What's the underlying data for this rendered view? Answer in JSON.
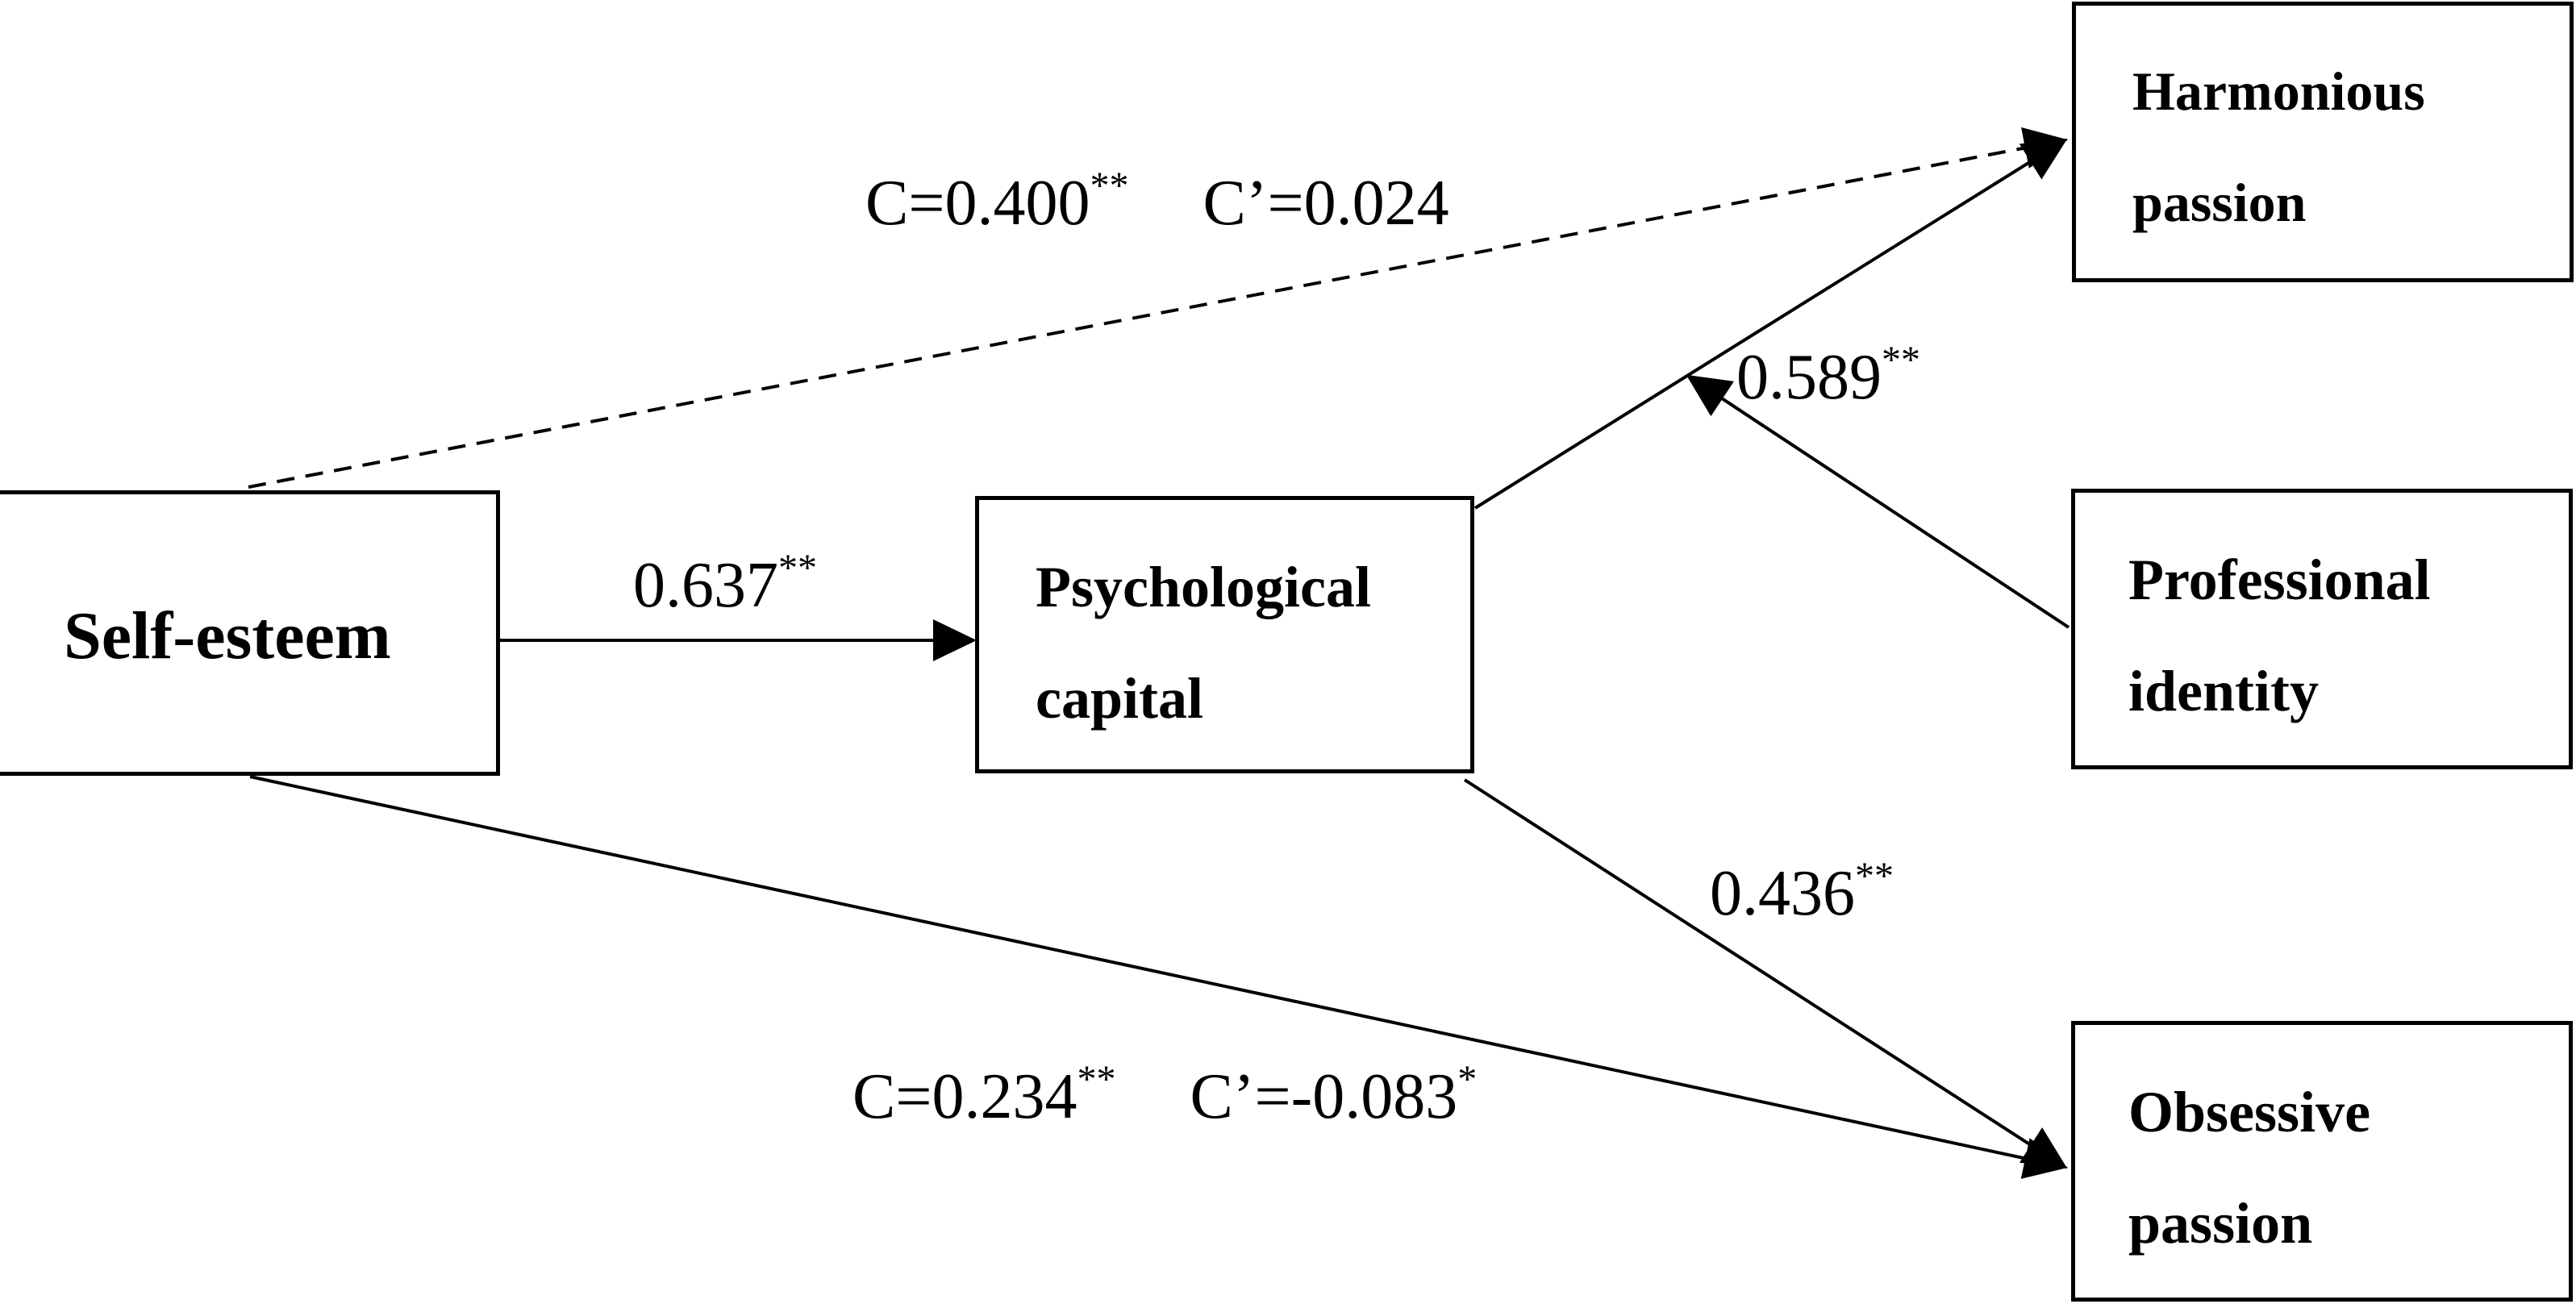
{
  "nodes": {
    "self_esteem": {
      "label": "Self-esteem"
    },
    "psychological_capital": {
      "line1": "Psychological",
      "line2": "capital"
    },
    "harmonious_passion": {
      "line1": "Harmonious",
      "line2": "passion"
    },
    "professional_identity": {
      "line1": "Professional",
      "line2": "identity"
    },
    "obsessive_passion": {
      "line1": "Obsessive",
      "line2": "passion"
    }
  },
  "edges": [
    {
      "from": "Self-esteem",
      "to": "Psychological capital",
      "label": "0.637",
      "sig": "**",
      "style": "solid"
    },
    {
      "from": "Psychological capital",
      "to": "Harmonious passion",
      "style": "solid"
    },
    {
      "from": "Psychological capital",
      "to": "Obsessive passion",
      "label": "0.436",
      "sig": "**",
      "style": "solid"
    },
    {
      "from": "Professional identity",
      "to": "Psychological capital → Harmonious passion path",
      "label": "0.589",
      "sig": "**",
      "style": "solid"
    },
    {
      "from": "Self-esteem",
      "to": "Harmonious passion",
      "style": "dashed"
    },
    {
      "from": "Self-esteem",
      "to": "Obsessive passion",
      "style": "solid"
    }
  ],
  "labels": {
    "hp_total": {
      "text": "C=0.400",
      "sig": "**"
    },
    "hp_direct": {
      "text": "C’=0.024",
      "sig": ""
    },
    "op_total": {
      "text": "C=0.234",
      "sig": "**"
    },
    "op_direct": {
      "text": "C’=-0.083",
      "sig": "*"
    },
    "se_pc": {
      "text": "0.637",
      "sig": "**"
    },
    "pc_op": {
      "text": "0.436",
      "sig": "**"
    },
    "moderation": {
      "text": "0.589",
      "sig": "**"
    }
  },
  "colors": {
    "line": "#000000",
    "background": "#ffffff"
  }
}
